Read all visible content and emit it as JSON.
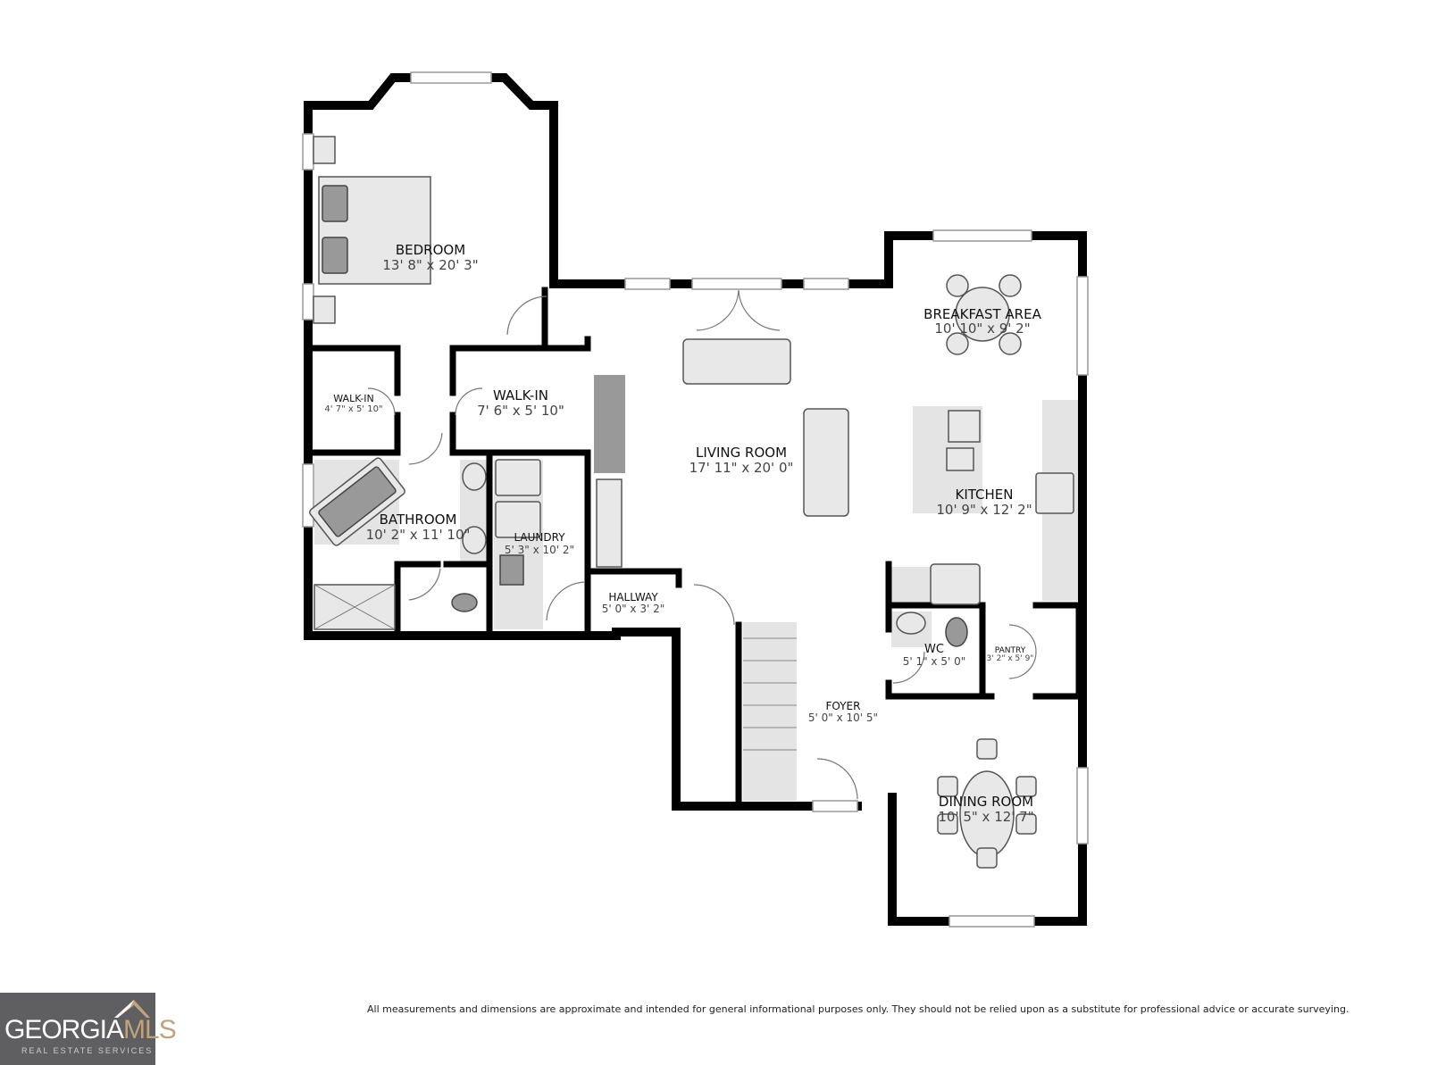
{
  "rooms": [
    {
      "name": "BEDROOM",
      "dims": "13' 8\" x 20' 3\""
    },
    {
      "name": "WALK-IN",
      "dims": "4' 7\" x 5' 10\""
    },
    {
      "name": "WALK-IN",
      "dims": "7' 6\" x 5' 10\""
    },
    {
      "name": "BATHROOM",
      "dims": "10' 2\" x 11' 10\""
    },
    {
      "name": "LAUNDRY",
      "dims": "5' 3\" x 10' 2\""
    },
    {
      "name": "HALLWAY",
      "dims": "5' 0\" x 3' 2\""
    },
    {
      "name": "LIVING ROOM",
      "dims": "17' 11\" x 20' 0\""
    },
    {
      "name": "BREAKFAST AREA",
      "dims": "10' 10\" x 9' 2\""
    },
    {
      "name": "KITCHEN",
      "dims": "10' 9\" x 12' 2\""
    },
    {
      "name": "WC",
      "dims": "5' 1\" x 5' 0\""
    },
    {
      "name": "PANTRY",
      "dims": "3' 2\" x 5' 9\""
    },
    {
      "name": "FOYER",
      "dims": "5' 0\" x 10' 5\""
    },
    {
      "name": "DINING ROOM",
      "dims": "10' 5\" x 12' 7\""
    }
  ],
  "disclaimer": "All measurements and dimensions are approximate and intended for general informational purposes only. They should not be relied upon as a substitute for professional advice or accurate surveying.",
  "logo": {
    "main": "GEORGIA",
    "accent": "MLS",
    "sub": "REAL ESTATE SERVICES",
    "bg_color": "#5f5f61",
    "accent_color": "#bfa37d"
  }
}
